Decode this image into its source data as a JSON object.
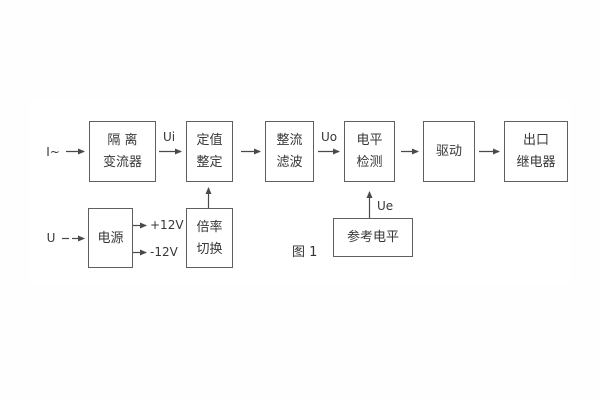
{
  "figure": {
    "caption": "图 1",
    "colors": {
      "background": "#ffffff",
      "box_border": "#5f5f5f",
      "text": "#373737",
      "wire": "#4a4a4a"
    }
  },
  "nodes": {
    "isolation": {
      "line1": "隔 离",
      "line2": "变流器"
    },
    "setting": {
      "line1": "定值",
      "line2": "整定"
    },
    "rectify": {
      "line1": "整流",
      "line2": "滤波"
    },
    "level": {
      "line1": "电平",
      "line2": "检测"
    },
    "drive": {
      "label": "驱动"
    },
    "output_relay": {
      "line1": "出口",
      "line2": "继电器"
    },
    "power": {
      "label": "电源"
    },
    "multiplier": {
      "line1": "倍率",
      "line2": "切换"
    },
    "reference": {
      "label": "参考电平"
    }
  },
  "signals": {
    "input_current": "I~",
    "input_voltage": "U",
    "ui": "Ui",
    "uo": "Uo",
    "ue": "Ue",
    "plus_12v": "+12V",
    "minus_12v": "-12V"
  }
}
